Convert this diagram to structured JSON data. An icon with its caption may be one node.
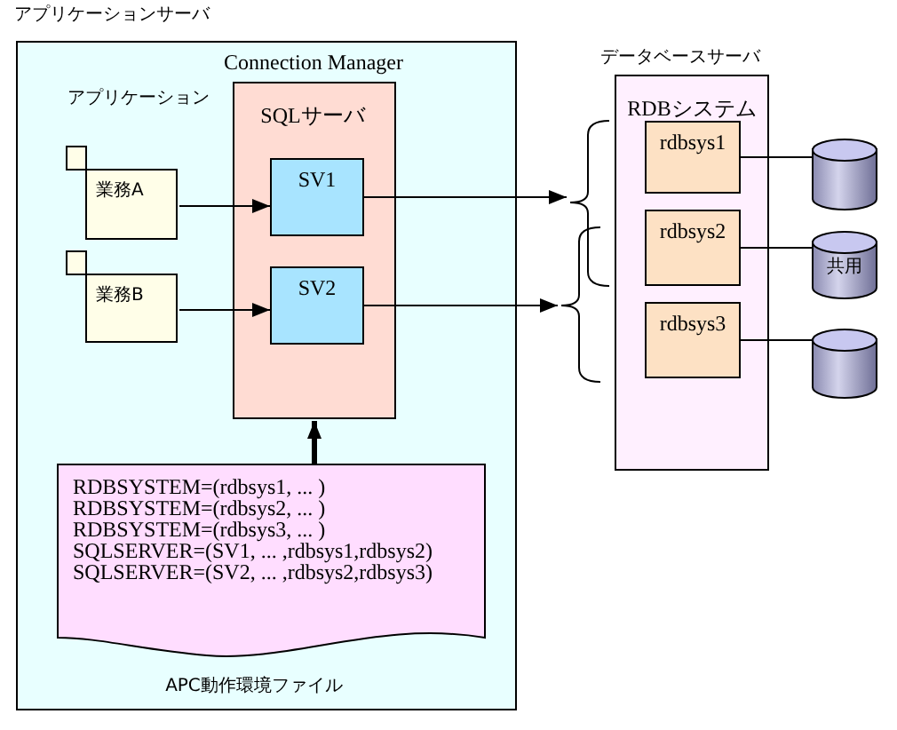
{
  "diagram": {
    "nodes": [
      {
        "text": [
          "アプリケーションサーバ"
        ]
      },
      {
        "text": [
          "Connection Manager",
          "SQLサーバ"
        ],
        "in": 0
      },
      {
        "text": [
          "業務A"
        ],
        "in": 0
      },
      {
        "text": [
          "業務B"
        ],
        "in": 0
      },
      {
        "text": [
          "SV1"
        ],
        "in": 1
      },
      {
        "text": [
          "SV2"
        ],
        "in": 1
      },
      {
        "text": [
          "RDBSYSTEM=(rdbsys1, ... )",
          "RDBSYSTEM=(rdbsys2, ... )",
          "RDBSYSTEM=(rdbsys3, ... )",
          "SQLSERVER=(SV1, ... ,rdbsys1,rdbsys2)",
          "SQLSERVER=(SV2, ... ,rdbsys2,rdbsys3)"
        ],
        "beside": [
          "APC動作環境ファイル"
        ],
        "in": 0
      },
      {
        "text": [
          "データベースサーバ",
          "RDBシステム"
        ]
      },
      {
        "text": [
          "rdbsys1"
        ],
        "in": 7
      },
      {
        "text": [
          "rdbsys2"
        ],
        "in": 7
      },
      {
        "text": [
          "rdbsys3"
        ],
        "in": 7
      },
      {
        "text": [],
        "shape": "cylinder"
      },
      {
        "text": [
          "共用"
        ]
      },
      {
        "text": [],
        "shape": "cylinder"
      }
    ],
    "edges": [
      {
        "from": 2,
        "to": 4,
        "arrow": "to"
      },
      {
        "from": 3,
        "to": 5,
        "arrow": "to"
      },
      {
        "from": 6,
        "to": 1,
        "arrow": "to",
        "style": "thick"
      },
      {
        "from": 4,
        "to": 7,
        "arrow": "to"
      },
      {
        "from": 5,
        "to": 7,
        "arrow": "to"
      },
      {
        "from": 8,
        "to": 11,
        "arrow": "none"
      },
      {
        "from": 9,
        "to": 12,
        "arrow": "none"
      },
      {
        "from": 10,
        "to": 13,
        "arrow": "none"
      }
    ],
    "labels": [
      "アプリケーション"
    ]
  }
}
